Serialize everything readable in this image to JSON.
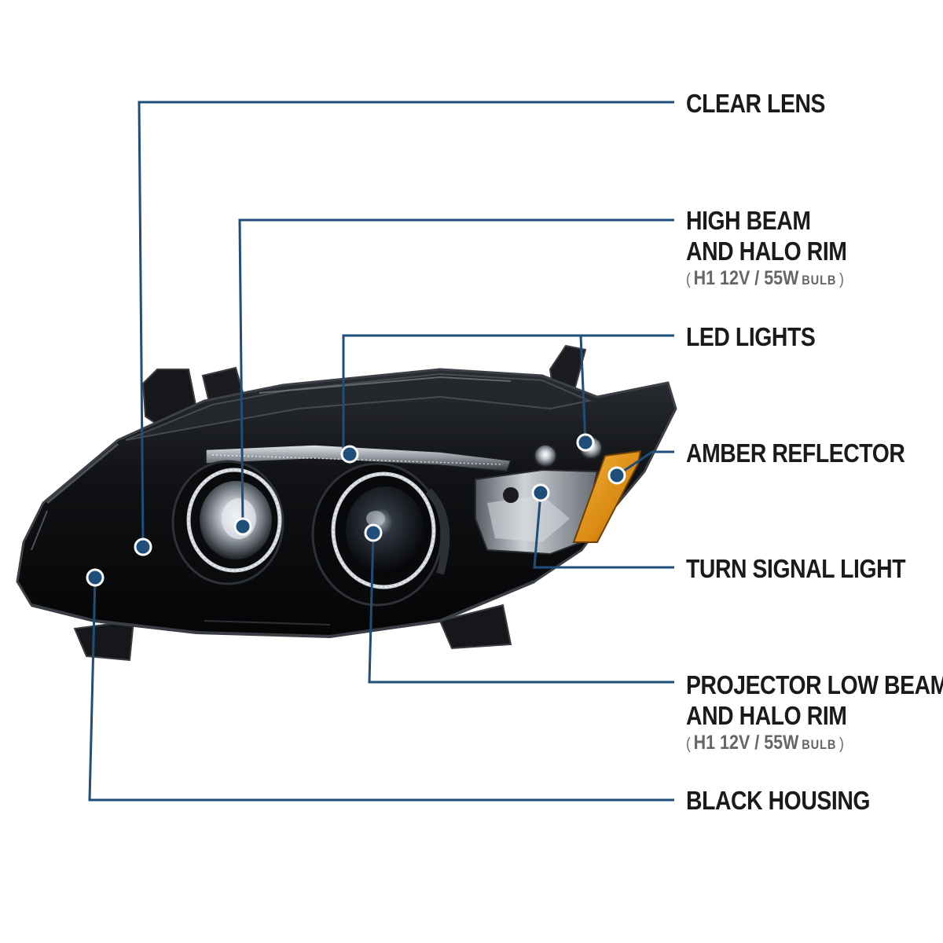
{
  "colors": {
    "leader": "#1e4e79",
    "text": "#1a1a1a",
    "subtext": "#666666",
    "housing": "#0c0c0f",
    "amber": "#d98a12"
  },
  "callouts": {
    "clear_lens": {
      "line1": "CLEAR LENS"
    },
    "high_beam": {
      "line1": "HIGH BEAM",
      "line2": "AND HALO RIM",
      "spec": {
        "open": "(",
        "value": "H1  12V / 55W",
        "unit": "BULB",
        "close": ")"
      }
    },
    "led_lights": {
      "line1": "LED LIGHTS"
    },
    "amber_reflector": {
      "line1": "AMBER REFLECTOR"
    },
    "turn_signal": {
      "line1": "TURN SIGNAL LIGHT"
    },
    "projector_low_beam": {
      "line1": "PROJECTOR LOW BEAM",
      "line2": "AND HALO RIM",
      "spec": {
        "open": "(",
        "value": "H1  12V / 55W",
        "unit": "BULB",
        "close": ")"
      }
    },
    "black_housing": {
      "line1": "BLACK HOUSING"
    }
  }
}
